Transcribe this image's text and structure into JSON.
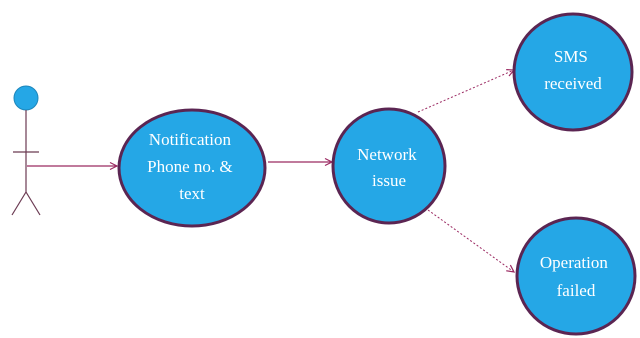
{
  "colors": {
    "node_fill": "#25a7e6",
    "node_stroke": "#5b2552",
    "edge": "#9b2a62",
    "actor": "#6b3a52",
    "actor_head": "#25a7e6"
  },
  "actor": {
    "icon": "stick-figure-actor-icon"
  },
  "nodes": {
    "notification": {
      "lines": [
        "Notification",
        "Phone no. &",
        "text"
      ]
    },
    "network": {
      "lines": [
        "Network",
        "issue"
      ]
    },
    "sms": {
      "lines": [
        "SMS",
        "received"
      ]
    },
    "failed": {
      "lines": [
        "Operation",
        "failed"
      ]
    }
  }
}
